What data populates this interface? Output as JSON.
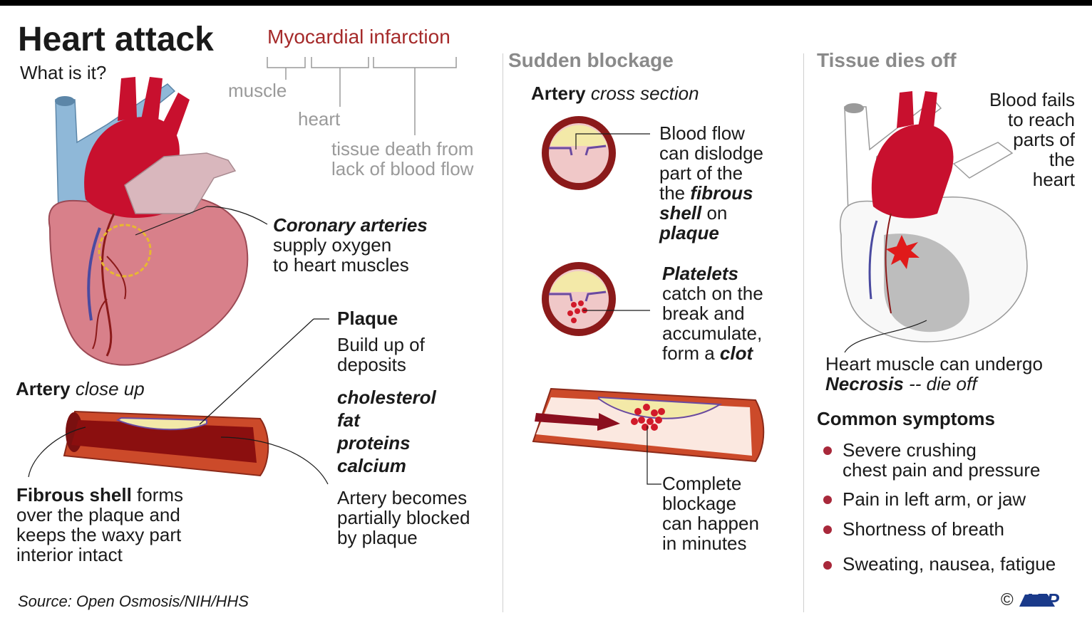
{
  "header": {
    "title": "Heart attack",
    "subtitle": "What is it?",
    "term": "Myocardial infarction",
    "etymology": {
      "muscle": "muscle",
      "heart": "heart",
      "death_line1": "tissue death from",
      "death_line2": "lack of blood flow"
    }
  },
  "left_panel": {
    "coronary": {
      "line1": "Coronary arteries",
      "line2": "supply oxygen",
      "line3": "to heart muscles"
    },
    "plaque": {
      "heading": "Plaque",
      "line1": "Build up of",
      "line2": "deposits",
      "deposits": [
        "cholesterol",
        "fat",
        "proteins",
        "calcium"
      ]
    },
    "artery_closeup": {
      "bold": "Artery",
      "italic": "close up"
    },
    "fibrous": {
      "bold": "Fibrous shell",
      "rest": " forms",
      "line2": "over the plaque and",
      "line3": "keeps the waxy part",
      "line4": "interior intact"
    },
    "blocked": {
      "line1": "Artery becomes",
      "line2": "partially blocked",
      "line3": "by plaque"
    },
    "source": "Source: Open Osmosis/NIH/HHS"
  },
  "middle_panel": {
    "title": "Sudden blockage",
    "cross_section": {
      "bold": "Artery",
      "italic": "cross section"
    },
    "dislodge": {
      "line1": "Blood flow",
      "line2": "can dislodge",
      "line3": "part of the",
      "line4_pre": "the ",
      "line4_em": "fibrous",
      "line5_em": "shell",
      "line5_post": " on",
      "line6_em": "plaque"
    },
    "platelets": {
      "line1_em": "Platelets",
      "line2": "catch on the",
      "line3": "break and",
      "line4": "accumulate,",
      "line5_pre": "form a ",
      "line5_em": "clot"
    },
    "complete": {
      "line1": "Complete",
      "line2": "blockage",
      "line3": "can happen",
      "line4": "in minutes"
    }
  },
  "right_panel": {
    "title": "Tissue dies off",
    "fails": {
      "line1": "Blood fails",
      "line2": "to reach",
      "line3": "parts of",
      "line4": "the",
      "line5": "heart"
    },
    "necrosis": {
      "line1": "Heart muscle can undergo",
      "bold_em": "Necrosis",
      "rest_em": " -- die off"
    },
    "symptoms_title": "Common symptoms",
    "symptoms": [
      {
        "line1": "Severe crushing",
        "line2": "chest pain and pressure"
      },
      {
        "line1": "Pain in left arm, or jaw"
      },
      {
        "line1": "Shortness of breath"
      },
      {
        "line1": "Sweating, nausea, fatigue"
      }
    ],
    "credit": "©",
    "logo": "AFP"
  },
  "colors": {
    "heart_muscle": "#d8808a",
    "aorta": "#c8102e",
    "vein": "#8fb8d8",
    "artery_wall": "#cc4a2a",
    "plaque": "#f3e9a8",
    "title_red": "#a52a2a",
    "bullet": "#a8283a",
    "logo_blue": "#1a3a8a"
  }
}
